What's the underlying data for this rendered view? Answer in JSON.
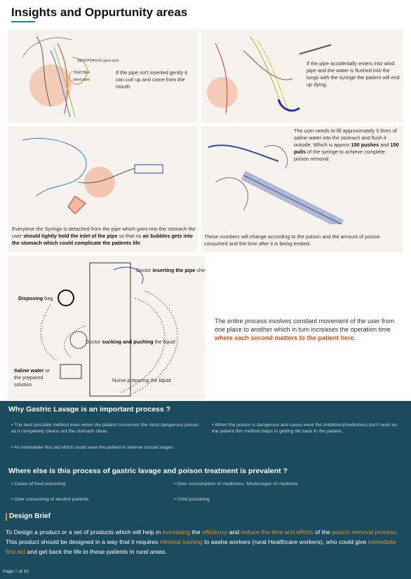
{
  "header": {
    "title": "Insights and Oppurtunity areas"
  },
  "sketch1": {
    "labels": [
      "OESOPHAGUS (pour.con)",
      "TRACHEA (wind.pipe)"
    ],
    "caption": "If the pipe isn't inserted gently it can curl up and come from the mouth."
  },
  "sketch2": {
    "caption": "If the pipe accidentally enters into wind pipe and the water is flushed into the lungs with the syringe the patient will end up dying."
  },
  "sketch3": {
    "caption_parts": [
      "Everytime the Syringe is detached from the pipe which goes into the stomach the user ",
      "should tightly hold the inlet of the pipe",
      " so that no ",
      "air bubbles gets into the stomach which could complicate the patients life",
      "."
    ]
  },
  "sketch4": {
    "caption_parts": [
      "The user needs to fill approximately 5 litres of saline water into the stomach and flush it outside. Which is approx ",
      "150 pushes",
      " and ",
      "150 pulls",
      " of the syringe to achieve complete poison removal."
    ],
    "note": "These numbers will change according to the poison and the amount of poison consumed and the time after it is being treated."
  },
  "sketch5": {
    "doctor_pipe": [
      "Doctor ",
      "inserting the pipe",
      " checking the pipe flow"
    ],
    "disposing": [
      "Disposing",
      " bag"
    ],
    "doctor_suck": [
      "Doctor ",
      "sucking and pushing",
      " the liquid"
    ],
    "saline": [
      "Saline water",
      " or the prepared solution"
    ],
    "nurse": "Nurse preparing the liquid",
    "process_text": "The entire process involves constant movement of the user from one place to another which in turn increases the operation time ",
    "process_highlight": "where each second matters to the patient here",
    "process_end": "."
  },
  "why": {
    "heading": "Why Gastric Lavage is an important process ?",
    "bullets": [
      "The best possible method even when the patient consumes the most dangerous poison as it completely cleans out the stomach clean.",
      "When the poison is dangerous and cases were the Antidotes(medicines) don't work on the patient this method helps in getting life back to the patient.",
      "An immediate first aid which could save the patient in intense crucial stages"
    ]
  },
  "where": {
    "heading": "Where else is this process of gastric lavage and poison treatment is prevalent ?",
    "bullets": [
      "Cases of food poisoning",
      "Over consumption of medicines, Misdosages of medicine",
      "Over consuming of alcohol patients",
      "Child poisoning"
    ]
  },
  "brief": {
    "heading": "Design Brief",
    "segments": [
      {
        "t": "To Design a product or a set of products which will help in ",
        "h": false
      },
      {
        "t": "increasing",
        "h": true
      },
      {
        "t": " the ",
        "h": false
      },
      {
        "t": "efficiency",
        "h": true
      },
      {
        "t": " and ",
        "h": false
      },
      {
        "t": "reduce the time and efforts",
        "h": true
      },
      {
        "t": " of the ",
        "h": false
      },
      {
        "t": "poison removal process",
        "h": true
      },
      {
        "t": ". This product should be designed in a way that it requires ",
        "h": false
      },
      {
        "t": "minimal training",
        "h": true
      },
      {
        "t": " to aasha workers (rural Healthcare workers), who could give ",
        "h": false
      },
      {
        "t": "immediate first aid",
        "h": true
      },
      {
        "t": " and get back the life to these patients in rural areas.",
        "h": false
      }
    ]
  },
  "footer": {
    "page_prefix": "Page ",
    "page_num": "3",
    "page_suffix": " of 10"
  },
  "colors": {
    "teal": "#1c4a5e",
    "accent_orange": "#e0521e",
    "highlight": "#e0962a"
  }
}
